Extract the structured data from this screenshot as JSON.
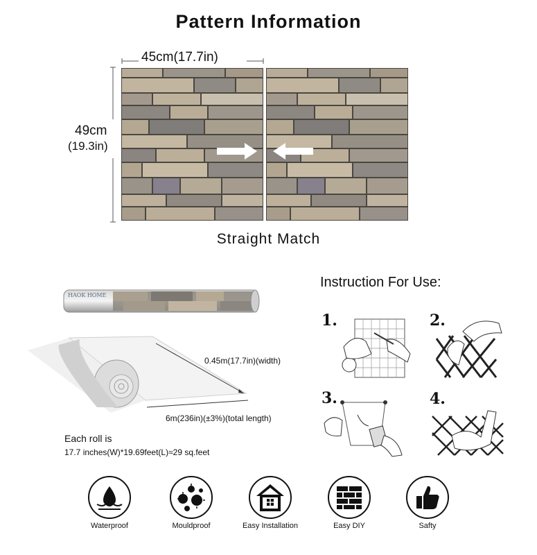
{
  "title": "Pattern Information",
  "dimensions": {
    "width": "45cm(17.7in)",
    "height_cm": "49cm",
    "height_in": "(19.3in)"
  },
  "match_label": "Straight Match",
  "instruction_title": "Instruction For Use:",
  "steps": [
    "1.",
    "2.",
    "3.",
    "4."
  ],
  "roll": {
    "brand": "HAOK HOME",
    "width_label": "0.45m(17.7in)(width)",
    "length_label": "6m(236in)(±3%)(total length)",
    "each_roll_line1": "Each roll is",
    "each_roll_line2": "17.7 inches(W)*19.69feet(L)≈29 sq.feet"
  },
  "features": [
    {
      "label": "Waterproof",
      "icon": "water-drop-icon"
    },
    {
      "label": "Mouldproof",
      "icon": "mould-icon"
    },
    {
      "label": "Easy Installation",
      "icon": "house-icon"
    },
    {
      "label": "Easy DIY",
      "icon": "brick-wall-icon"
    },
    {
      "label": "Safty",
      "icon": "thumbs-up-icon"
    }
  ]
}
